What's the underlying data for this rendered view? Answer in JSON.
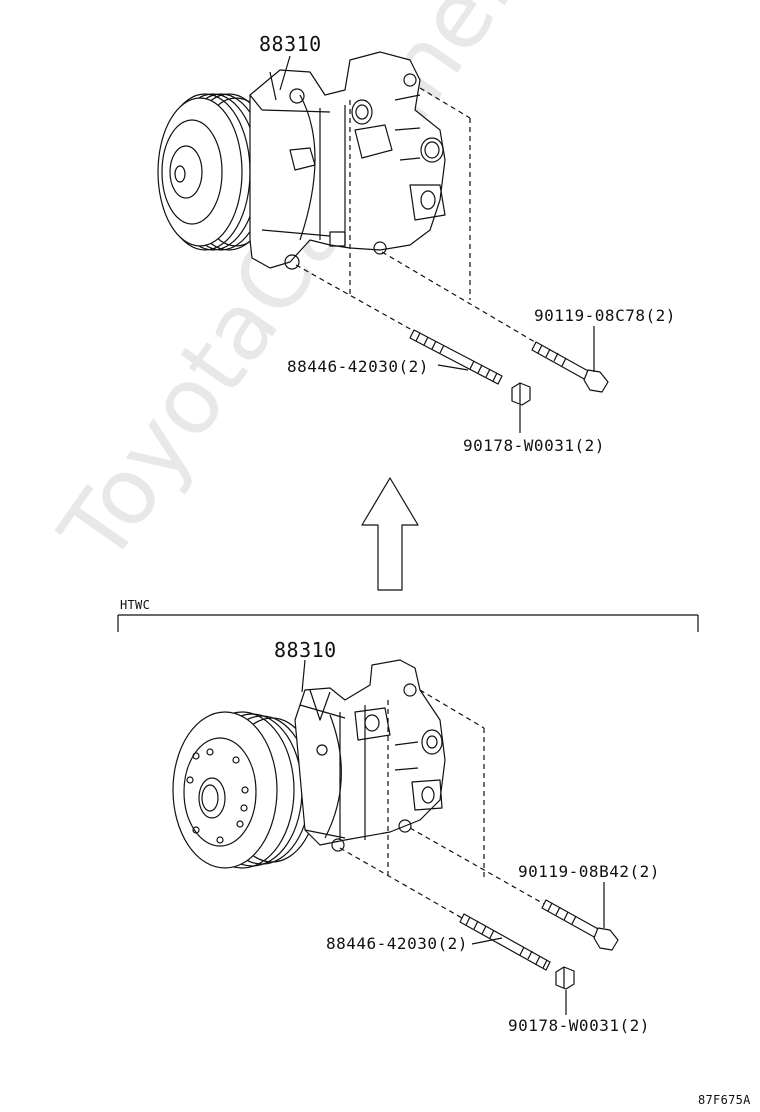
{
  "watermark": "ToyotaCarMine.ru",
  "top_section": {
    "compressor_part": "88310",
    "bolt_right": "90119-08C78(2)",
    "stud": "88446-42030(2)",
    "nut": "90178-W0031(2)"
  },
  "htwc_section": {
    "header": "HTWC",
    "compressor_part": "88310",
    "bolt_right": "90119-08B42(2)",
    "stud": "88446-42030(2)",
    "nut": "90178-W0031(2)"
  },
  "figure_code": "87F675A"
}
